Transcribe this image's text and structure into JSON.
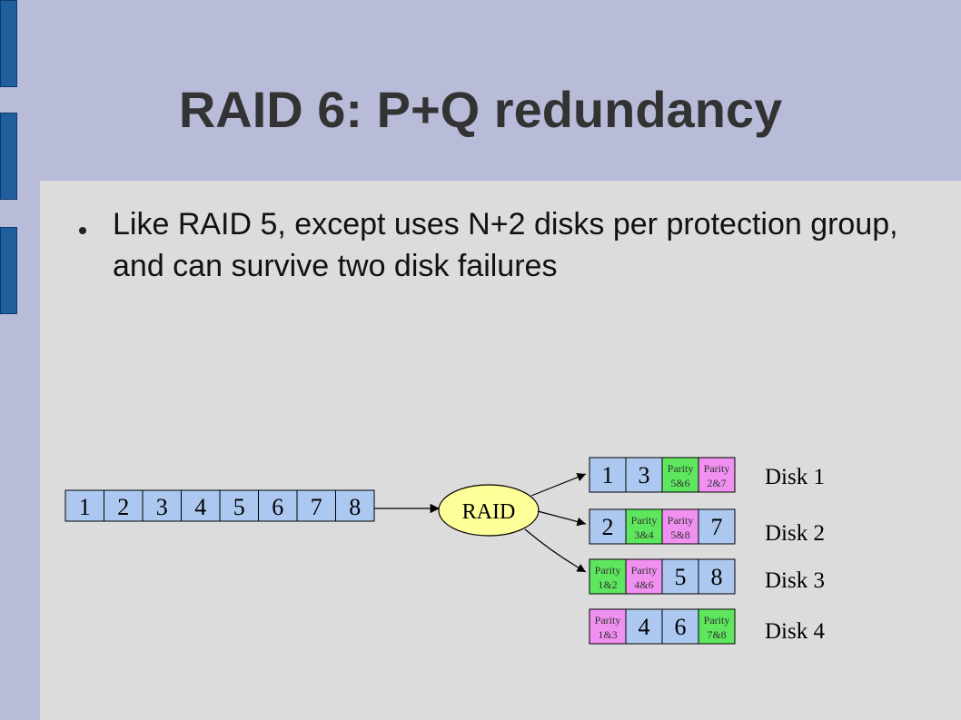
{
  "title": "RAID 6: P+Q redundancy",
  "bullets": [
    "Like RAID 5, except uses N+2 disks per protection group, and can survive two disk failures"
  ],
  "colors": {
    "parity_green": "#5ee65e",
    "parity_pink": "#f090f0",
    "block_blue": "#adc8f0",
    "raid_node": "#ffff99",
    "sidebar": "#1f5f9e"
  },
  "input_blocks": [
    "1",
    "2",
    "3",
    "4",
    "5",
    "6",
    "7",
    "8"
  ],
  "raid_label": "RAID",
  "disks": [
    {
      "label": "Disk 1",
      "blocks": [
        {
          "kind": "data",
          "text": "1"
        },
        {
          "kind": "data",
          "text": "3"
        },
        {
          "kind": "parity",
          "color": "green",
          "line1": "Parity",
          "line2": "5&6"
        },
        {
          "kind": "parity",
          "color": "pink",
          "line1": "Parity",
          "line2": "2&7"
        }
      ]
    },
    {
      "label": "Disk 2",
      "blocks": [
        {
          "kind": "data",
          "text": "2"
        },
        {
          "kind": "parity",
          "color": "green",
          "line1": "Parity",
          "line2": "3&4"
        },
        {
          "kind": "parity",
          "color": "pink",
          "line1": "Parity",
          "line2": "5&8"
        },
        {
          "kind": "data",
          "text": "7"
        }
      ]
    },
    {
      "label": "Disk 3",
      "blocks": [
        {
          "kind": "parity",
          "color": "green",
          "line1": "Parity",
          "line2": "1&2"
        },
        {
          "kind": "parity",
          "color": "pink",
          "line1": "Parity",
          "line2": "4&6"
        },
        {
          "kind": "data",
          "text": "5"
        },
        {
          "kind": "data",
          "text": "8"
        }
      ]
    },
    {
      "label": "Disk 4",
      "blocks": [
        {
          "kind": "parity",
          "color": "pink",
          "line1": "Parity",
          "line2": "1&3"
        },
        {
          "kind": "data",
          "text": "4"
        },
        {
          "kind": "data",
          "text": "6"
        },
        {
          "kind": "parity",
          "color": "green",
          "line1": "Parity",
          "line2": "7&8"
        }
      ]
    }
  ]
}
